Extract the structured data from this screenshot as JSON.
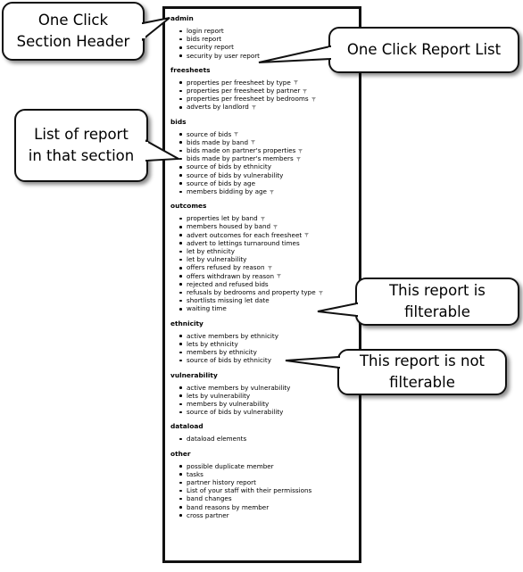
{
  "sections": [
    {
      "header": "admin",
      "reports": [
        {
          "label": "login report",
          "filterable": false
        },
        {
          "label": "bids report",
          "filterable": false
        },
        {
          "label": "security report",
          "filterable": false
        },
        {
          "label": "security by user report",
          "filterable": false
        }
      ]
    },
    {
      "header": "freesheets",
      "reports": [
        {
          "label": "properties per freesheet by type",
          "filterable": true
        },
        {
          "label": "properties per freesheet by partner",
          "filterable": true
        },
        {
          "label": "properties per freesheet by bedrooms",
          "filterable": true
        },
        {
          "label": "adverts by landlord",
          "filterable": true
        }
      ]
    },
    {
      "header": "bids",
      "reports": [
        {
          "label": "source of bids",
          "filterable": true
        },
        {
          "label": "bids made by band",
          "filterable": true
        },
        {
          "label": "bids made on partner's properties",
          "filterable": true
        },
        {
          "label": "bids made by partner's members",
          "filterable": true
        },
        {
          "label": "source of bids by ethnicity",
          "filterable": false
        },
        {
          "label": "source of bids by vulnerability",
          "filterable": false
        },
        {
          "label": "source of bids by age",
          "filterable": false
        },
        {
          "label": "members bidding by age",
          "filterable": true
        }
      ]
    },
    {
      "header": "outcomes",
      "reports": [
        {
          "label": "properties let by band",
          "filterable": true
        },
        {
          "label": "members housed by band",
          "filterable": true
        },
        {
          "label": "advert outcomes for each freesheet",
          "filterable": true
        },
        {
          "label": "advert to lettings turnaround times",
          "filterable": false
        },
        {
          "label": "let by ethnicity",
          "filterable": false
        },
        {
          "label": "let by vulnerability",
          "filterable": false
        },
        {
          "label": "offers refused by reason",
          "filterable": true
        },
        {
          "label": "offers withdrawn by reason",
          "filterable": true
        },
        {
          "label": "rejected and refused bids",
          "filterable": false
        },
        {
          "label": "refusals by bedrooms and property type",
          "filterable": true
        },
        {
          "label": "shortlists missing let date",
          "filterable": false
        },
        {
          "label": "waiting time",
          "filterable": false
        }
      ]
    },
    {
      "header": "ethnicity",
      "reports": [
        {
          "label": "active members by ethnicity",
          "filterable": false
        },
        {
          "label": "lets by ethnicity",
          "filterable": false
        },
        {
          "label": "members by ethnicity",
          "filterable": false
        },
        {
          "label": "source of bids by ethnicity",
          "filterable": false
        }
      ]
    },
    {
      "header": "vulnerability",
      "reports": [
        {
          "label": "active members by vulnerability",
          "filterable": false
        },
        {
          "label": "lets by vulnerability",
          "filterable": false
        },
        {
          "label": "members by vulnerability",
          "filterable": false
        },
        {
          "label": "source of bids by vulnerability",
          "filterable": false
        }
      ]
    },
    {
      "header": "dataload",
      "reports": [
        {
          "label": "dataload elements",
          "filterable": false
        }
      ]
    },
    {
      "header": "other",
      "reports": [
        {
          "label": "possible duplicate member",
          "filterable": false
        },
        {
          "label": "tasks",
          "filterable": false
        },
        {
          "label": "partner history report",
          "filterable": false
        },
        {
          "label": "List of your staff with their permissions",
          "filterable": false
        },
        {
          "label": "band changes",
          "filterable": false
        },
        {
          "label": "band reasons by member",
          "filterable": false
        },
        {
          "label": "cross partner",
          "filterable": false
        }
      ]
    }
  ],
  "callouts": {
    "section_header": [
      "One Click",
      "Section Header"
    ],
    "report_list": [
      "One Click Report List"
    ],
    "list_in_section": [
      "List of report",
      "in that section"
    ],
    "filterable": [
      "This report is",
      "filterable"
    ],
    "not_filterable": [
      "This report is not",
      "filterable"
    ]
  },
  "icons": {
    "filter": "filter-icon"
  },
  "colors": {
    "filter_icon": "#9a9a9a",
    "border": "#111111"
  }
}
